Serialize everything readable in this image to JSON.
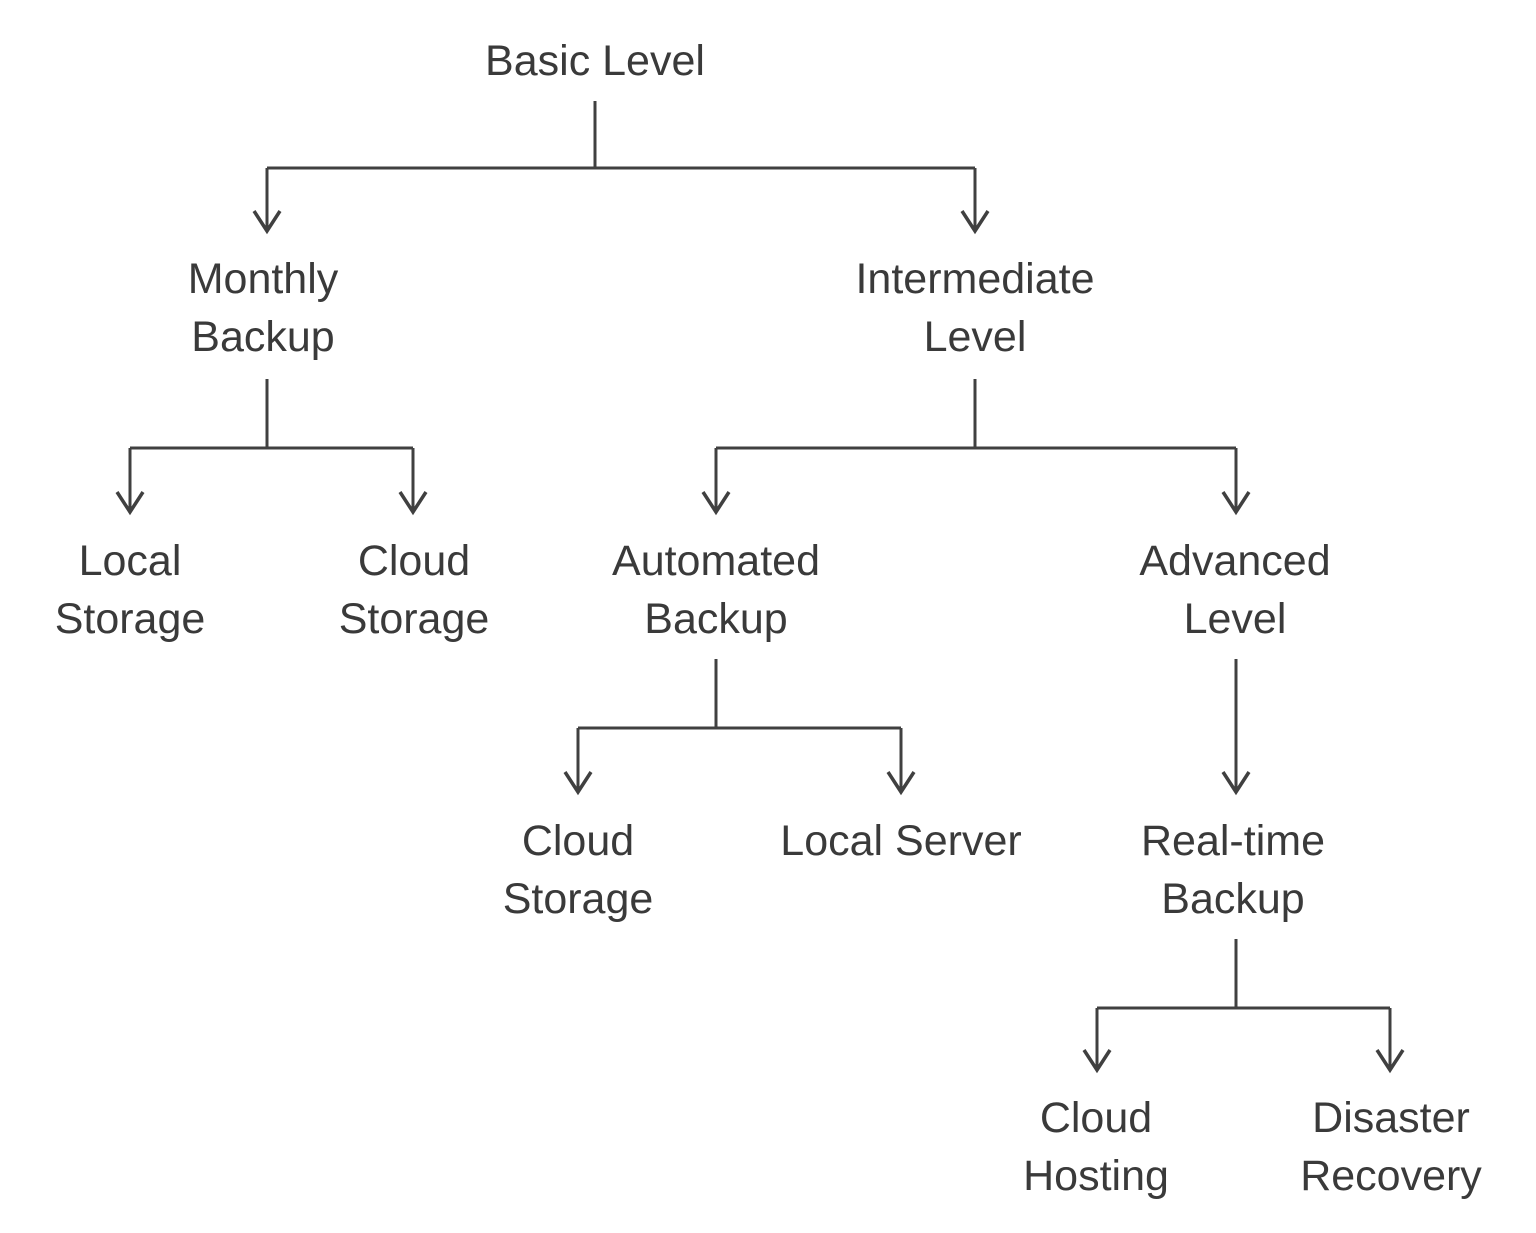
{
  "diagram": {
    "type": "tree",
    "colors": {
      "background": "#ffffff",
      "text": "#3a3a3a",
      "line": "#404040"
    },
    "nodes": {
      "basic_level": {
        "label": "Basic Level",
        "lines": [
          "Basic Level"
        ]
      },
      "monthly_backup": {
        "label": "Monthly Backup",
        "lines": [
          "Monthly",
          "Backup"
        ]
      },
      "intermediate_level": {
        "label": "Intermediate Level",
        "lines": [
          "Intermediate",
          "Level"
        ]
      },
      "local_storage": {
        "label": "Local Storage",
        "lines": [
          "Local",
          "Storage"
        ]
      },
      "cloud_storage_basic": {
        "label": "Cloud Storage",
        "lines": [
          "Cloud",
          "Storage"
        ]
      },
      "automated_backup": {
        "label": "Automated Backup",
        "lines": [
          "Automated",
          "Backup"
        ]
      },
      "advanced_level": {
        "label": "Advanced Level",
        "lines": [
          "Advanced",
          "Level"
        ]
      },
      "cloud_storage_auto": {
        "label": "Cloud Storage",
        "lines": [
          "Cloud",
          "Storage"
        ]
      },
      "local_server": {
        "label": "Local Server",
        "lines": [
          "Local Server"
        ]
      },
      "realtime_backup": {
        "label": "Real-time Backup",
        "lines": [
          "Real-time",
          "Backup"
        ]
      },
      "cloud_hosting": {
        "label": "Cloud Hosting",
        "lines": [
          "Cloud",
          "Hosting"
        ]
      },
      "disaster_recovery": {
        "label": "Disaster Recovery",
        "lines": [
          "Disaster",
          "Recovery"
        ]
      }
    },
    "edges": [
      {
        "from": "Basic Level",
        "to": "Monthly Backup"
      },
      {
        "from": "Basic Level",
        "to": "Intermediate Level"
      },
      {
        "from": "Monthly Backup",
        "to": "Local Storage"
      },
      {
        "from": "Monthly Backup",
        "to": "Cloud Storage"
      },
      {
        "from": "Intermediate Level",
        "to": "Automated Backup"
      },
      {
        "from": "Intermediate Level",
        "to": "Advanced Level"
      },
      {
        "from": "Automated Backup",
        "to": "Cloud Storage"
      },
      {
        "from": "Automated Backup",
        "to": "Local Server"
      },
      {
        "from": "Advanced Level",
        "to": "Real-time Backup"
      },
      {
        "from": "Real-time Backup",
        "to": "Cloud Hosting"
      },
      {
        "from": "Real-time Backup",
        "to": "Disaster Recovery"
      }
    ]
  }
}
